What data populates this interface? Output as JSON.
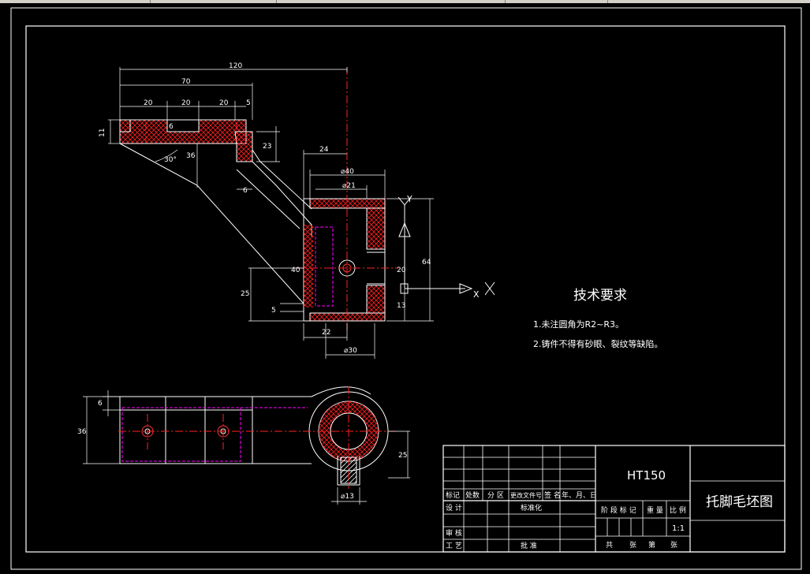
{
  "tech_requirements": {
    "title": "技术要求",
    "items": [
      "1.未注圆角为R2~R3。",
      "2.铸件不得有砂眼、裂纹等缺陷。"
    ]
  },
  "dimensions": {
    "top_view": {
      "d120": "120",
      "d70": "70",
      "d20a": "20",
      "d20b": "20",
      "d20c": "20",
      "d5a": "5",
      "d11": "11",
      "d6a": "6",
      "d36": "36",
      "d30deg": "30°",
      "d23": "23",
      "d24": "24",
      "d6b": "6",
      "d40dia": "⌀40",
      "d21dia": "⌀21",
      "d64": "64",
      "d20d": "20",
      "d13": "13",
      "d40": "40",
      "d25": "25",
      "d5b": "5",
      "d22": "22",
      "d30dia": "⌀30",
      "axis_y": "Y",
      "axis_x": "X"
    },
    "bottom_view": {
      "d6": "6",
      "d36": "36",
      "d25": "25",
      "d13dia": "⌀13"
    }
  },
  "title_block": {
    "material": "HT150",
    "drawing_name": "托脚毛坯图",
    "scale": "1:1",
    "row_labels": {
      "biaoji": "标记",
      "chushu": "处数",
      "fenqu": "分 区",
      "gengai": "更改文件号",
      "qianming": "签 名",
      "nianyueri": "年、月、日",
      "sheji": "设 计",
      "biaozhunhua": "标准化",
      "shenhe": "审 核",
      "gongyi": "工 艺",
      "pizhun": "批 准"
    },
    "header_labels": {
      "jieduan": "阶 段 标 记",
      "zhongliang": "重 量",
      "bili": "比 例"
    },
    "sheet_labels": {
      "gong": "共",
      "zhang1": "张",
      "di": "第",
      "zhang2": "张"
    }
  },
  "colors": {
    "background": "#000000",
    "line": "#ffffff",
    "centerline": "#ff0000",
    "hidden": "#ff00ff",
    "hatch": "#ff0000",
    "section": "#ffffff"
  }
}
